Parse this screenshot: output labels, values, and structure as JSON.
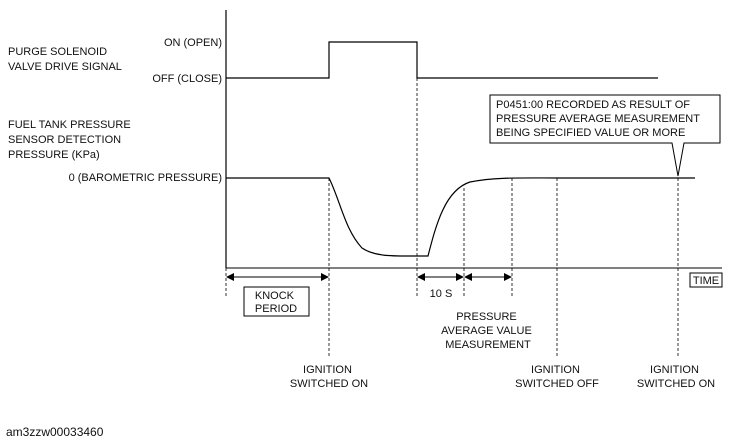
{
  "signals": {
    "purge_label": [
      "PURGE SOLENOID",
      "VALVE DRIVE SIGNAL"
    ],
    "on_label": "ON (OPEN)",
    "off_label": "OFF (CLOSE)",
    "pressure_label": [
      "FUEL TANK PRESSURE",
      "SENSOR DETECTION",
      "PRESSURE (KPa)"
    ],
    "baro_label": "0 (BAROMETRIC PRESSURE)"
  },
  "annotations": {
    "callout": [
      "P0451:00 RECORDED AS RESULT OF",
      "PRESSURE AVERAGE MEASUREMENT",
      "BEING SPECIFIED VALUE OR MORE"
    ],
    "time_label": "TIME",
    "knock_period": [
      "KNOCK",
      "PERIOD"
    ],
    "ten_s": "10 S",
    "pressure_avg": [
      "PRESSURE",
      "AVERAGE VALUE",
      "MEASUREMENT"
    ],
    "ign_on_1": [
      "IGNITION",
      "SWITCHED ON"
    ],
    "ign_off": [
      "IGNITION",
      "SWITCHED OFF"
    ],
    "ign_on_2": [
      "IGNITION",
      "SWITCHED ON"
    ]
  },
  "document_id": "am3zzw00033460"
}
